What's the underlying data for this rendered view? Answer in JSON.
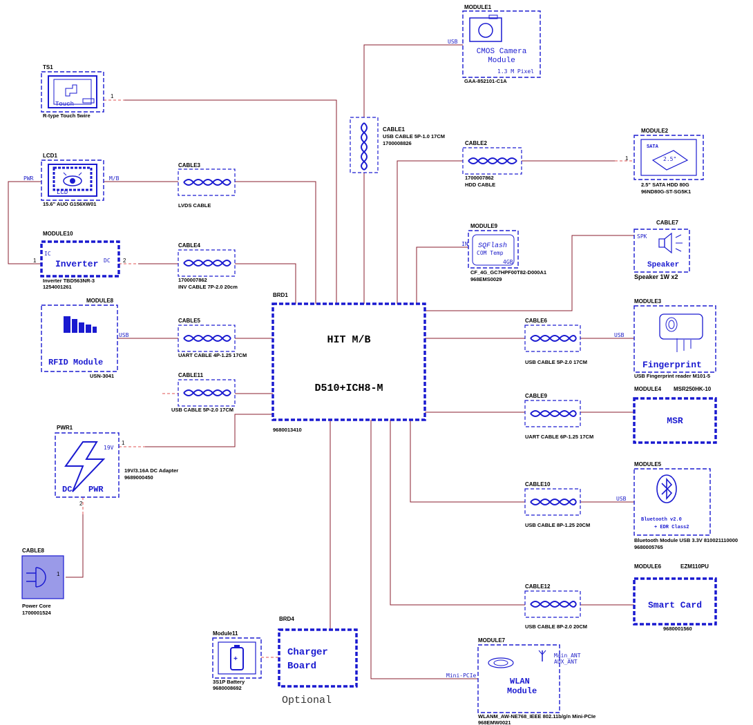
{
  "ts1": {
    "ref": "TS1",
    "inner": "Touch",
    "port": "1",
    "desc": "R-type Touch 5wire",
    "icon": "touch-panel-icon"
  },
  "lcd1": {
    "ref": "LCD1",
    "inner": "LCD",
    "port_left": "PWR",
    "port_right": "M/B",
    "desc": "15.6\" AUO G156XW01",
    "icon": "monitor-eye-icon"
  },
  "module10": {
    "ref": "MODULE10",
    "title": "Inverter",
    "port_left": "IC",
    "port_right": "DC",
    "pin_left": "1",
    "pin_right": "2",
    "desc1": "Inverter TBD563NR-3",
    "desc2": "1254001261"
  },
  "module8": {
    "ref": "MODULE8",
    "title": "RFID Module",
    "port": "USB",
    "desc": "USN-3041",
    "icon": "rfid-bars-icon"
  },
  "pwr1": {
    "ref": "PWR1",
    "title_left": "DC",
    "title_right": "PWR",
    "port": "19V",
    "pin_right": "1",
    "pin_bottom": "2",
    "desc1": "19V/3.16A DC Adapter",
    "desc2": "9689000450",
    "icon": "lightning-icon"
  },
  "cable8": {
    "ref": "CABLE8",
    "pin": "1",
    "desc1": "Power Core",
    "desc2": "1700001524",
    "icon": "power-plug-icon"
  },
  "module11": {
    "ref": "Module11",
    "desc1": "3S1P Battery",
    "desc2": "9680008692",
    "icon": "battery-icon"
  },
  "brd4": {
    "ref": "BRD4",
    "line1": "Charger",
    "line2": "Board",
    "note": "Optional"
  },
  "brd1": {
    "ref": "BRD1",
    "line1": "HIT M/B",
    "line2": "D510+ICH8-M",
    "desc": "9680013410"
  },
  "cable3": {
    "ref": "CABLE3",
    "desc": "LVDS CABLE"
  },
  "cable4": {
    "ref": "CABLE4",
    "desc1": "1700007862",
    "desc2": "INV CABLE 7P-2.0 20cm"
  },
  "cable5": {
    "ref": "CABLE5",
    "desc": "UART CABLE 4P-1.25 17CM"
  },
  "cable11": {
    "ref": "CABLE11",
    "desc": "USB CABLE 5P-2.0 17CM"
  },
  "cable1": {
    "ref": "CABLE1",
    "desc1": "USB CABLE 5P-1.0 17CM",
    "desc2": "1700008826"
  },
  "module1": {
    "ref": "MODULE1",
    "line1": "CMOS Camera",
    "line2": "Module",
    "pixel": "1.3 M Pixel",
    "port": "USB",
    "desc": "GAA-852101-C1A",
    "icon": "camera-icon"
  },
  "cable2": {
    "ref": "CABLE2",
    "desc1": "1700007862",
    "desc2": "HDD CABLE"
  },
  "module2": {
    "ref": "MODULE2",
    "label": "SATA",
    "size": "2.5\"",
    "pin": "1",
    "desc1": "2.5\" SATA HDD 80G",
    "desc2": "96ND80G-ST-SG5K1",
    "icon": "hdd-icon"
  },
  "module9": {
    "ref": "MODULE9",
    "title": "SQFlash",
    "sub": "COM Temp",
    "cap": "4GB",
    "port": "IN",
    "desc1": "CF_4G_GC7HPF00T82-D000A1",
    "desc2": "968EMS0029"
  },
  "cable7": {
    "ref": "CABLE7",
    "port": "SPK",
    "title": "Speaker",
    "desc": "Speaker 1W x2",
    "icon": "speaker-icon"
  },
  "module3": {
    "ref": "MODULE3",
    "title": "Fingerprint",
    "port": "USB",
    "desc": "USB Fingerprint reader M101-5",
    "icon": "fingerprint-icon"
  },
  "cable6": {
    "ref": "CABLE6",
    "desc": "USB CABLE 5P-2.0 17CM"
  },
  "module4": {
    "ref": "MODULE4",
    "model": "MSR250HK-10",
    "title": "MSR"
  },
  "cable9": {
    "ref": "CABLE9",
    "desc": "UART CABLE 6P-1.25 17CM"
  },
  "module5": {
    "ref": "MODULE5",
    "line1": "Bluetooth v2.0",
    "line2": "+ EDR Class2",
    "port": "USB",
    "desc1": "Bluetooth Module USB 3.3V 810021110000",
    "desc2": "9680005765",
    "icon": "bluetooth-icon"
  },
  "cable10": {
    "ref": "CABLE10",
    "desc": "USB CABLE 8P-1.25 20CM"
  },
  "module6": {
    "ref": "MODULE6",
    "model": "EZM110PU",
    "title": "Smart Card",
    "desc": "9680001560"
  },
  "cable12": {
    "ref": "CABLE12",
    "desc": "USB CABLE 8P-2.0 20CM"
  },
  "module7": {
    "ref": "MODULE7",
    "line1": "WLAN",
    "line2": "Module",
    "port": "Mini-PCIe",
    "ant1": "Main_ANT",
    "ant2": "AUX_ANT",
    "desc1": "WLANM_AW-NE768_IEEE 802.11b/g/n Mini-PCIe",
    "desc2": "968EMW0021",
    "icon": "antenna-icon"
  }
}
